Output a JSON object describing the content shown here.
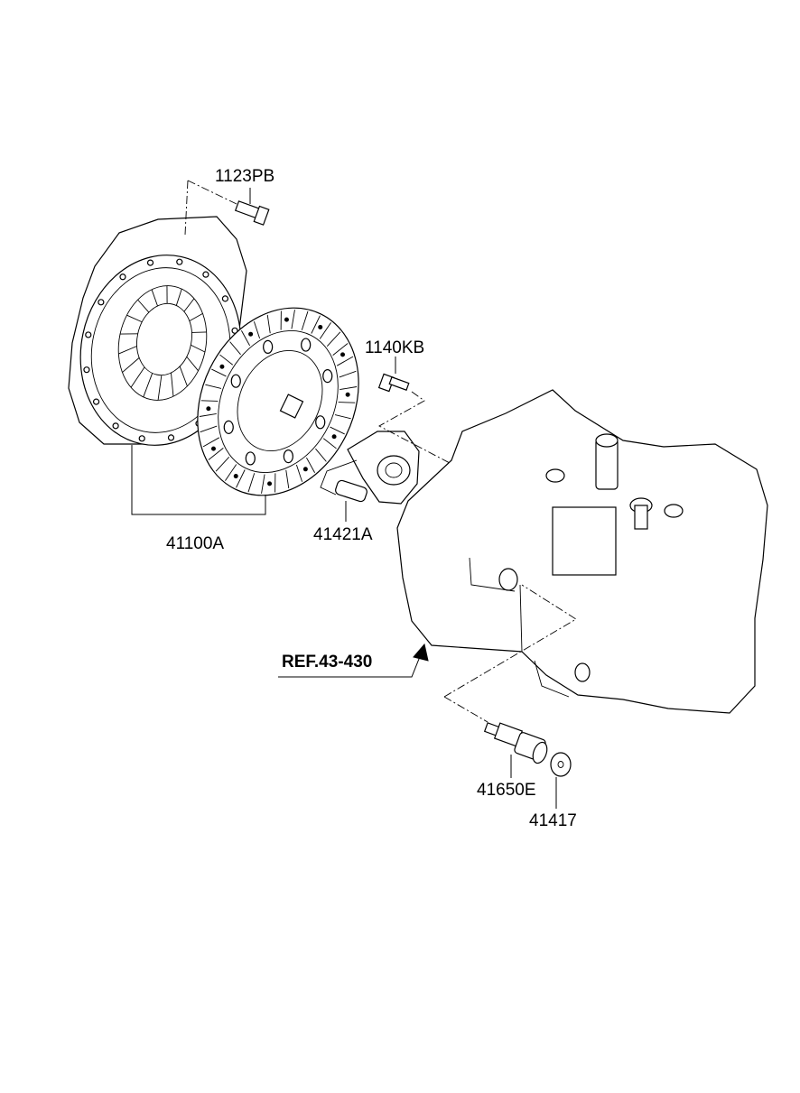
{
  "labels": {
    "bolt_top": "1123PB",
    "bolt_mid": "1140KB",
    "clutch_set": "41100A",
    "release_cylinder": "41421A",
    "reference": "REF.43-430",
    "sensor": "41650E",
    "washer": "41417"
  }
}
